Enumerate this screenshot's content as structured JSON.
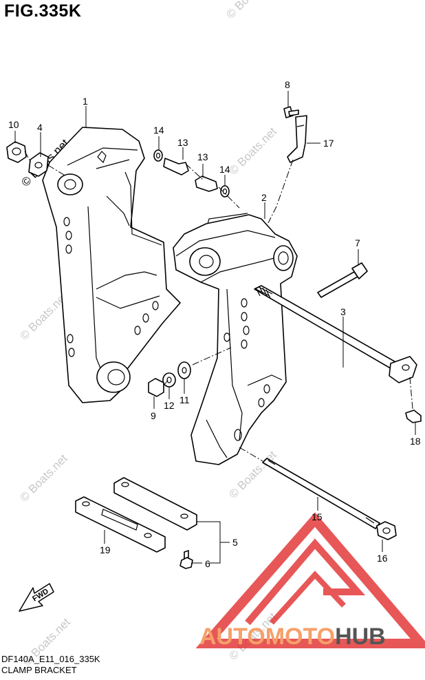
{
  "figure": {
    "title": "FIG.335K",
    "code": "DF140A_E11_016_335K",
    "name": "CLAMP BRACKET",
    "direction_label": "FWD"
  },
  "callouts": {
    "c1": "1",
    "c2": "2",
    "c3": "3",
    "c4": "4",
    "c5": "5",
    "c6": "6",
    "c7": "7",
    "c8": "8",
    "c9": "9",
    "c10": "10",
    "c11": "11",
    "c12": "12",
    "c13a": "13",
    "c13b": "13",
    "c14a": "14",
    "c14b": "14",
    "c15": "15",
    "c16": "16",
    "c17": "17",
    "c18": "18",
    "c19": "19"
  },
  "watermark": "© Boats.net",
  "brand": {
    "part1": "AUTOMOTO",
    "part2": "HUB",
    "color1": "#f5a06a",
    "color2": "#555555",
    "logo_color": "#e02020"
  }
}
